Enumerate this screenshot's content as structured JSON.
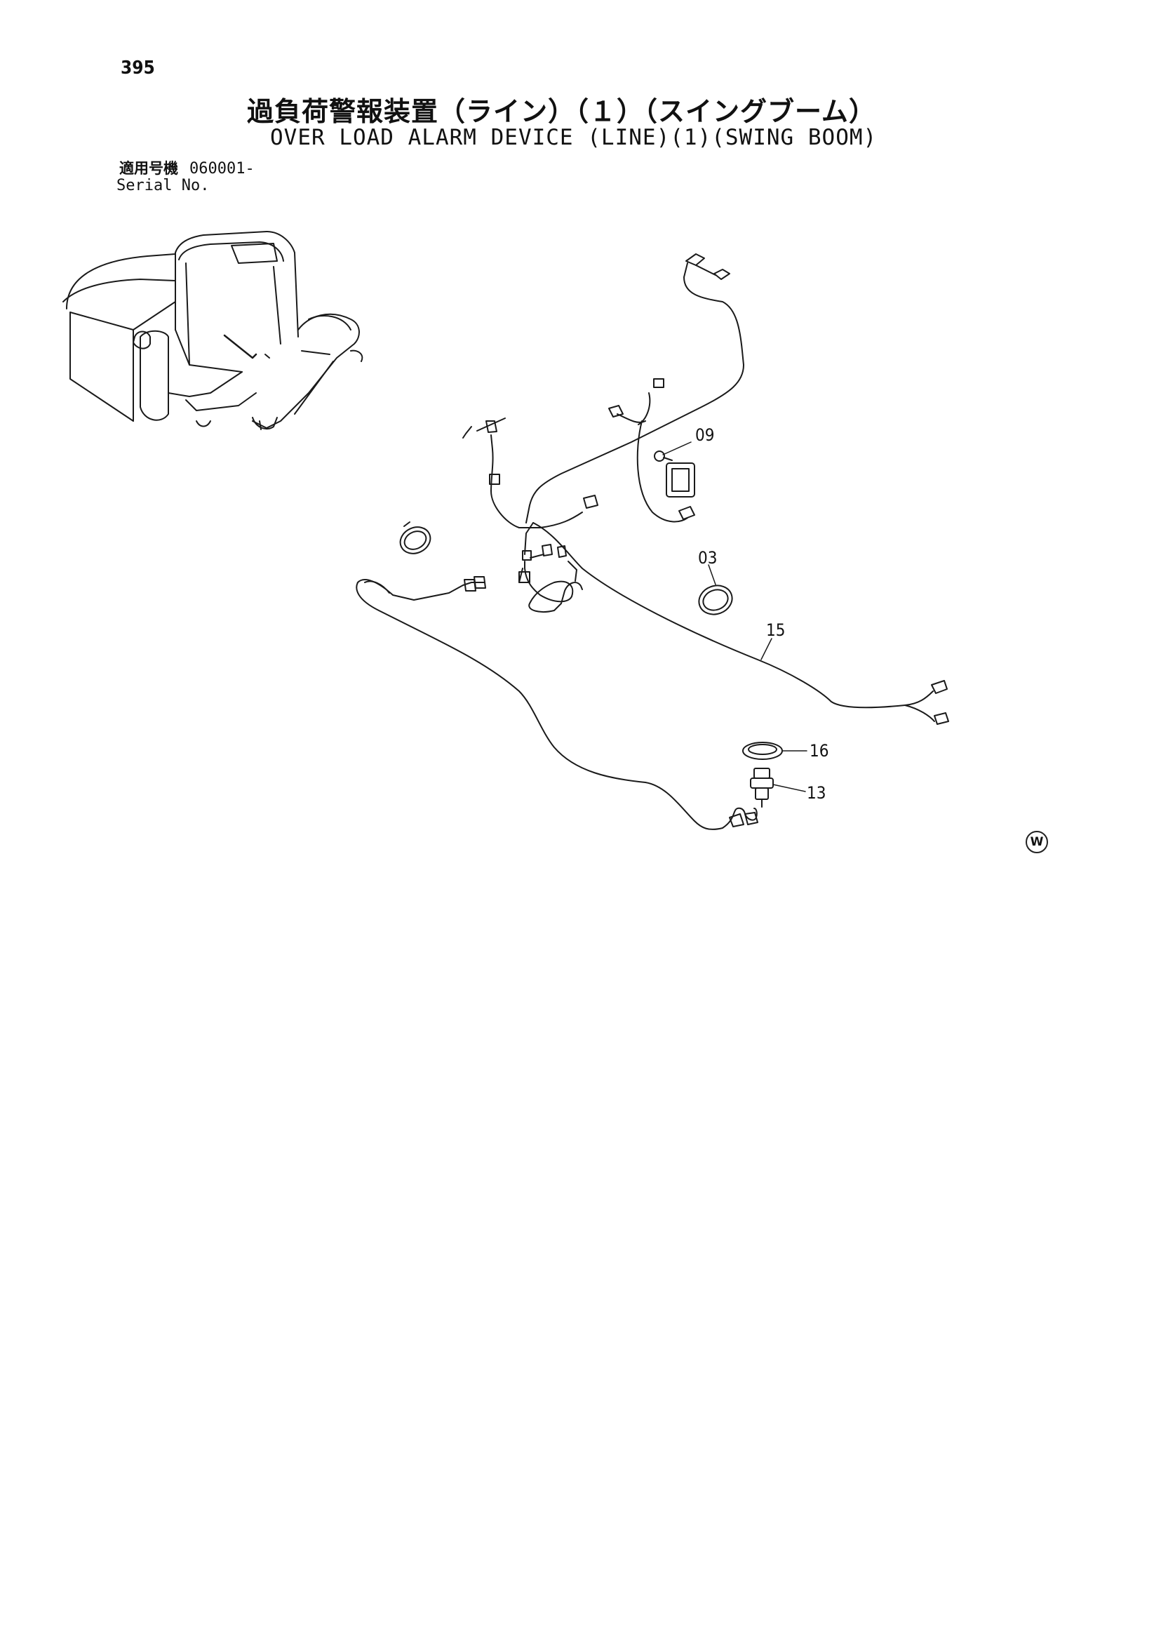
{
  "page": {
    "number": "395",
    "title_jp": "過負荷警報装置（ライン）（１）（スイングブーム）",
    "title_en": "OVER LOAD ALARM DEVICE (LINE)(1)(SWING BOOM)"
  },
  "serial": {
    "label_jp": "適用号機",
    "value": "060001-",
    "label_en": "Serial No."
  },
  "callouts": [
    "09",
    "03",
    "15",
    "16",
    "13"
  ],
  "mark": "W"
}
